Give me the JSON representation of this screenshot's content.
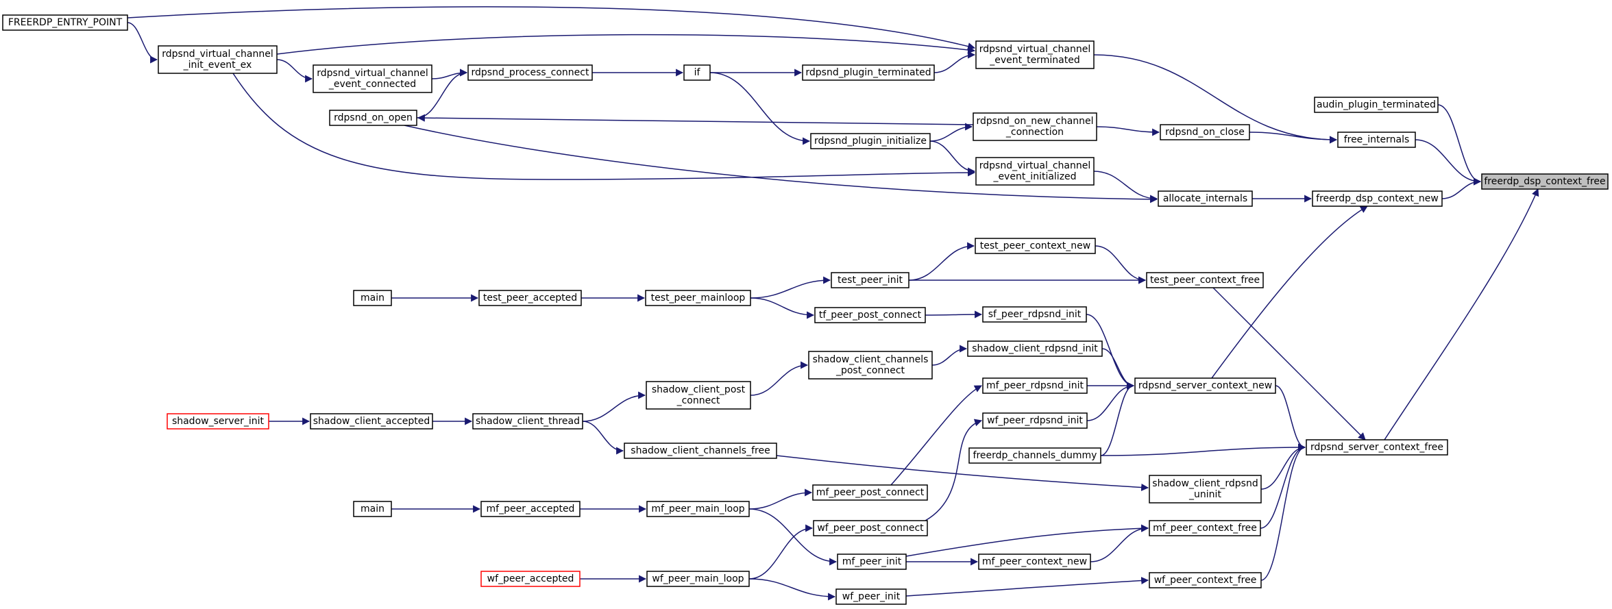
{
  "colors": {
    "edge": "#191970",
    "node_border": "#000000",
    "red_border": "#ff0000",
    "root_fill": "#bfbfbf"
  },
  "nodes": {
    "freerdp_dsp_context_free": {
      "lines": [
        "freerdp_dsp_context_free"
      ],
      "kind": "root"
    },
    "audin_plugin_terminated": {
      "lines": [
        "audin_plugin_terminated"
      ]
    },
    "free_internals": {
      "lines": [
        "free_internals"
      ]
    },
    "freerdp_dsp_context_new": {
      "lines": [
        "freerdp_dsp_context_new"
      ]
    },
    "rdpsnd_server_context_free": {
      "lines": [
        "rdpsnd_server_context_free"
      ]
    },
    "rdpsnd_virtual_channel_event_terminated": {
      "lines": [
        "rdpsnd_virtual_channel",
        "_event_terminated"
      ]
    },
    "rdpsnd_on_close": {
      "lines": [
        "rdpsnd_on_close"
      ]
    },
    "allocate_internals": {
      "lines": [
        "allocate_internals"
      ]
    },
    "rdpsnd_server_context_new": {
      "lines": [
        "rdpsnd_server_context_new"
      ]
    },
    "test_peer_context_free": {
      "lines": [
        "test_peer_context_free"
      ]
    },
    "shadow_client_rdpsnd_uninit": {
      "lines": [
        "shadow_client_rdpsnd",
        "_uninit"
      ]
    },
    "mf_peer_context_free": {
      "lines": [
        "mf_peer_context_free"
      ]
    },
    "wf_peer_context_free": {
      "lines": [
        "wf_peer_context_free"
      ]
    },
    "freerdp_entry_point": {
      "lines": [
        "FREERDP_ENTRY_POINT"
      ]
    },
    "rdpsnd_virtual_channel_init_event_ex": {
      "lines": [
        "rdpsnd_virtual_channel",
        "_init_event_ex"
      ]
    },
    "rdpsnd_plugin_terminated": {
      "lines": [
        "rdpsnd_plugin_terminated"
      ]
    },
    "if": {
      "lines": [
        "if"
      ]
    },
    "rdpsnd_process_connect": {
      "lines": [
        "rdpsnd_process_connect"
      ]
    },
    "rdpsnd_virtual_channel_event_connected": {
      "lines": [
        "rdpsnd_virtual_channel",
        "_event_connected"
      ]
    },
    "rdpsnd_on_new_channel_connection": {
      "lines": [
        "rdpsnd_on_new_channel",
        "_connection"
      ]
    },
    "rdpsnd_plugin_initialize": {
      "lines": [
        "rdpsnd_plugin_initialize"
      ]
    },
    "rdpsnd_on_open": {
      "lines": [
        "rdpsnd_on_open"
      ]
    },
    "rdpsnd_virtual_channel_event_initialized": {
      "lines": [
        "rdpsnd_virtual_channel",
        "_event_initialized"
      ]
    },
    "test_peer_context_new": {
      "lines": [
        "test_peer_context_new"
      ]
    },
    "test_peer_init": {
      "lines": [
        "test_peer_init"
      ]
    },
    "test_peer_mainloop": {
      "lines": [
        "test_peer_mainloop"
      ]
    },
    "test_peer_accepted": {
      "lines": [
        "test_peer_accepted"
      ]
    },
    "main_test": {
      "lines": [
        "main"
      ]
    },
    "sf_peer_rdpsnd_init": {
      "lines": [
        "sf_peer_rdpsnd_init"
      ]
    },
    "tf_peer_post_connect": {
      "lines": [
        "tf_peer_post_connect"
      ]
    },
    "shadow_client_rdpsnd_init": {
      "lines": [
        "shadow_client_rdpsnd_init"
      ]
    },
    "shadow_client_channels_post_connect": {
      "lines": [
        "shadow_client_channels",
        "_post_connect"
      ]
    },
    "shadow_client_post_connect": {
      "lines": [
        "shadow_client_post",
        "_connect"
      ]
    },
    "shadow_client_thread": {
      "lines": [
        "shadow_client_thread"
      ]
    },
    "shadow_client_accepted": {
      "lines": [
        "shadow_client_accepted"
      ]
    },
    "shadow_server_init": {
      "lines": [
        "shadow_server_init"
      ],
      "kind": "red"
    },
    "mf_peer_rdpsnd_init": {
      "lines": [
        "mf_peer_rdpsnd_init"
      ]
    },
    "wf_peer_rdpsnd_init": {
      "lines": [
        "wf_peer_rdpsnd_init"
      ]
    },
    "freerdp_channels_dummy": {
      "lines": [
        "freerdp_channels_dummy"
      ]
    },
    "shadow_client_channels_free": {
      "lines": [
        "shadow_client_channels_free"
      ]
    },
    "mf_peer_post_connect": {
      "lines": [
        "mf_peer_post_connect"
      ]
    },
    "mf_peer_main_loop": {
      "lines": [
        "mf_peer_main_loop"
      ]
    },
    "mf_peer_accepted": {
      "lines": [
        "mf_peer_accepted"
      ]
    },
    "main_mf": {
      "lines": [
        "main"
      ]
    },
    "wf_peer_post_connect": {
      "lines": [
        "wf_peer_post_connect"
      ]
    },
    "mf_peer_init": {
      "lines": [
        "mf_peer_init"
      ]
    },
    "mf_peer_context_new": {
      "lines": [
        "mf_peer_context_new"
      ]
    },
    "wf_peer_accepted": {
      "lines": [
        "wf_peer_accepted"
      ],
      "kind": "red"
    },
    "wf_peer_main_loop": {
      "lines": [
        "wf_peer_main_loop"
      ]
    },
    "wf_peer_init": {
      "lines": [
        "wf_peer_init"
      ]
    }
  },
  "edges": [
    [
      "audin_plugin_terminated",
      "freerdp_dsp_context_free"
    ],
    [
      "free_internals",
      "freerdp_dsp_context_free"
    ],
    [
      "freerdp_dsp_context_new",
      "freerdp_dsp_context_free"
    ],
    [
      "rdpsnd_server_context_free",
      "freerdp_dsp_context_free"
    ],
    [
      "rdpsnd_virtual_channel_event_terminated",
      "free_internals"
    ],
    [
      "rdpsnd_on_close",
      "free_internals"
    ],
    [
      "allocate_internals",
      "freerdp_dsp_context_new"
    ],
    [
      "rdpsnd_server_context_new",
      "freerdp_dsp_context_new"
    ],
    [
      "freerdp_entry_point",
      "rdpsnd_virtual_channel_event_terminated"
    ],
    [
      "freerdp_entry_point",
      "rdpsnd_virtual_channel_init_event_ex"
    ],
    [
      "rdpsnd_virtual_channel_init_event_ex",
      "rdpsnd_virtual_channel_event_terminated"
    ],
    [
      "rdpsnd_virtual_channel_init_event_ex",
      "rdpsnd_virtual_channel_event_connected"
    ],
    [
      "rdpsnd_virtual_channel_init_event_ex",
      "rdpsnd_virtual_channel_event_initialized"
    ],
    [
      "rdpsnd_virtual_channel_event_connected",
      "rdpsnd_process_connect"
    ],
    [
      "rdpsnd_process_connect",
      "if"
    ],
    [
      "if",
      "rdpsnd_plugin_terminated"
    ],
    [
      "if",
      "rdpsnd_plugin_initialize"
    ],
    [
      "rdpsnd_plugin_terminated",
      "rdpsnd_virtual_channel_event_terminated"
    ],
    [
      "rdpsnd_on_open",
      "rdpsnd_process_connect"
    ],
    [
      "rdpsnd_on_new_channel_connection",
      "rdpsnd_on_open"
    ],
    [
      "rdpsnd_plugin_initialize",
      "rdpsnd_on_new_channel_connection"
    ],
    [
      "rdpsnd_plugin_initialize",
      "rdpsnd_virtual_channel_event_initialized"
    ],
    [
      "rdpsnd_on_new_channel_connection",
      "rdpsnd_on_close"
    ],
    [
      "rdpsnd_virtual_channel_event_initialized",
      "allocate_internals"
    ],
    [
      "rdpsnd_on_open",
      "allocate_internals"
    ],
    [
      "test_peer_context_new",
      "test_peer_context_free"
    ],
    [
      "test_peer_init",
      "test_peer_context_new"
    ],
    [
      "test_peer_init",
      "test_peer_context_free"
    ],
    [
      "test_peer_mainloop",
      "test_peer_init"
    ],
    [
      "test_peer_accepted",
      "test_peer_mainloop"
    ],
    [
      "main_test",
      "test_peer_accepted"
    ],
    [
      "test_peer_mainloop",
      "tf_peer_post_connect"
    ],
    [
      "tf_peer_post_connect",
      "sf_peer_rdpsnd_init"
    ],
    [
      "test_peer_context_free",
      "rdpsnd_server_context_free"
    ],
    [
      "sf_peer_rdpsnd_init",
      "rdpsnd_server_context_new"
    ],
    [
      "shadow_client_rdpsnd_init",
      "rdpsnd_server_context_new"
    ],
    [
      "shadow_client_channels_post_connect",
      "shadow_client_rdpsnd_init"
    ],
    [
      "shadow_client_post_connect",
      "shadow_client_channels_post_connect"
    ],
    [
      "shadow_client_thread",
      "shadow_client_post_connect"
    ],
    [
      "shadow_client_accepted",
      "shadow_client_thread"
    ],
    [
      "shadow_server_init",
      "shadow_client_accepted"
    ],
    [
      "shadow_client_thread",
      "shadow_client_channels_free"
    ],
    [
      "shadow_client_channels_free",
      "shadow_client_rdpsnd_uninit"
    ],
    [
      "mf_peer_rdpsnd_init",
      "rdpsnd_server_context_new"
    ],
    [
      "wf_peer_rdpsnd_init",
      "rdpsnd_server_context_new"
    ],
    [
      "freerdp_channels_dummy",
      "rdpsnd_server_context_new"
    ],
    [
      "freerdp_channels_dummy",
      "rdpsnd_server_context_free"
    ],
    [
      "rdpsnd_server_context_new",
      "rdpsnd_server_context_free"
    ],
    [
      "shadow_client_rdpsnd_uninit",
      "rdpsnd_server_context_free"
    ],
    [
      "mf_peer_context_free",
      "rdpsnd_server_context_free"
    ],
    [
      "wf_peer_context_free",
      "rdpsnd_server_context_free"
    ],
    [
      "mf_peer_post_connect",
      "mf_peer_rdpsnd_init"
    ],
    [
      "mf_peer_main_loop",
      "mf_peer_post_connect"
    ],
    [
      "mf_peer_accepted",
      "mf_peer_main_loop"
    ],
    [
      "main_mf",
      "mf_peer_accepted"
    ],
    [
      "mf_peer_main_loop",
      "mf_peer_init"
    ],
    [
      "wf_peer_post_connect",
      "wf_peer_rdpsnd_init"
    ],
    [
      "wf_peer_main_loop",
      "wf_peer_post_connect"
    ],
    [
      "mf_peer_init",
      "mf_peer_context_free"
    ],
    [
      "mf_peer_init",
      "mf_peer_context_new"
    ],
    [
      "mf_peer_context_new",
      "mf_peer_context_free"
    ],
    [
      "wf_peer_accepted",
      "wf_peer_main_loop"
    ],
    [
      "wf_peer_main_loop",
      "wf_peer_init"
    ],
    [
      "wf_peer_init",
      "wf_peer_context_free"
    ]
  ]
}
